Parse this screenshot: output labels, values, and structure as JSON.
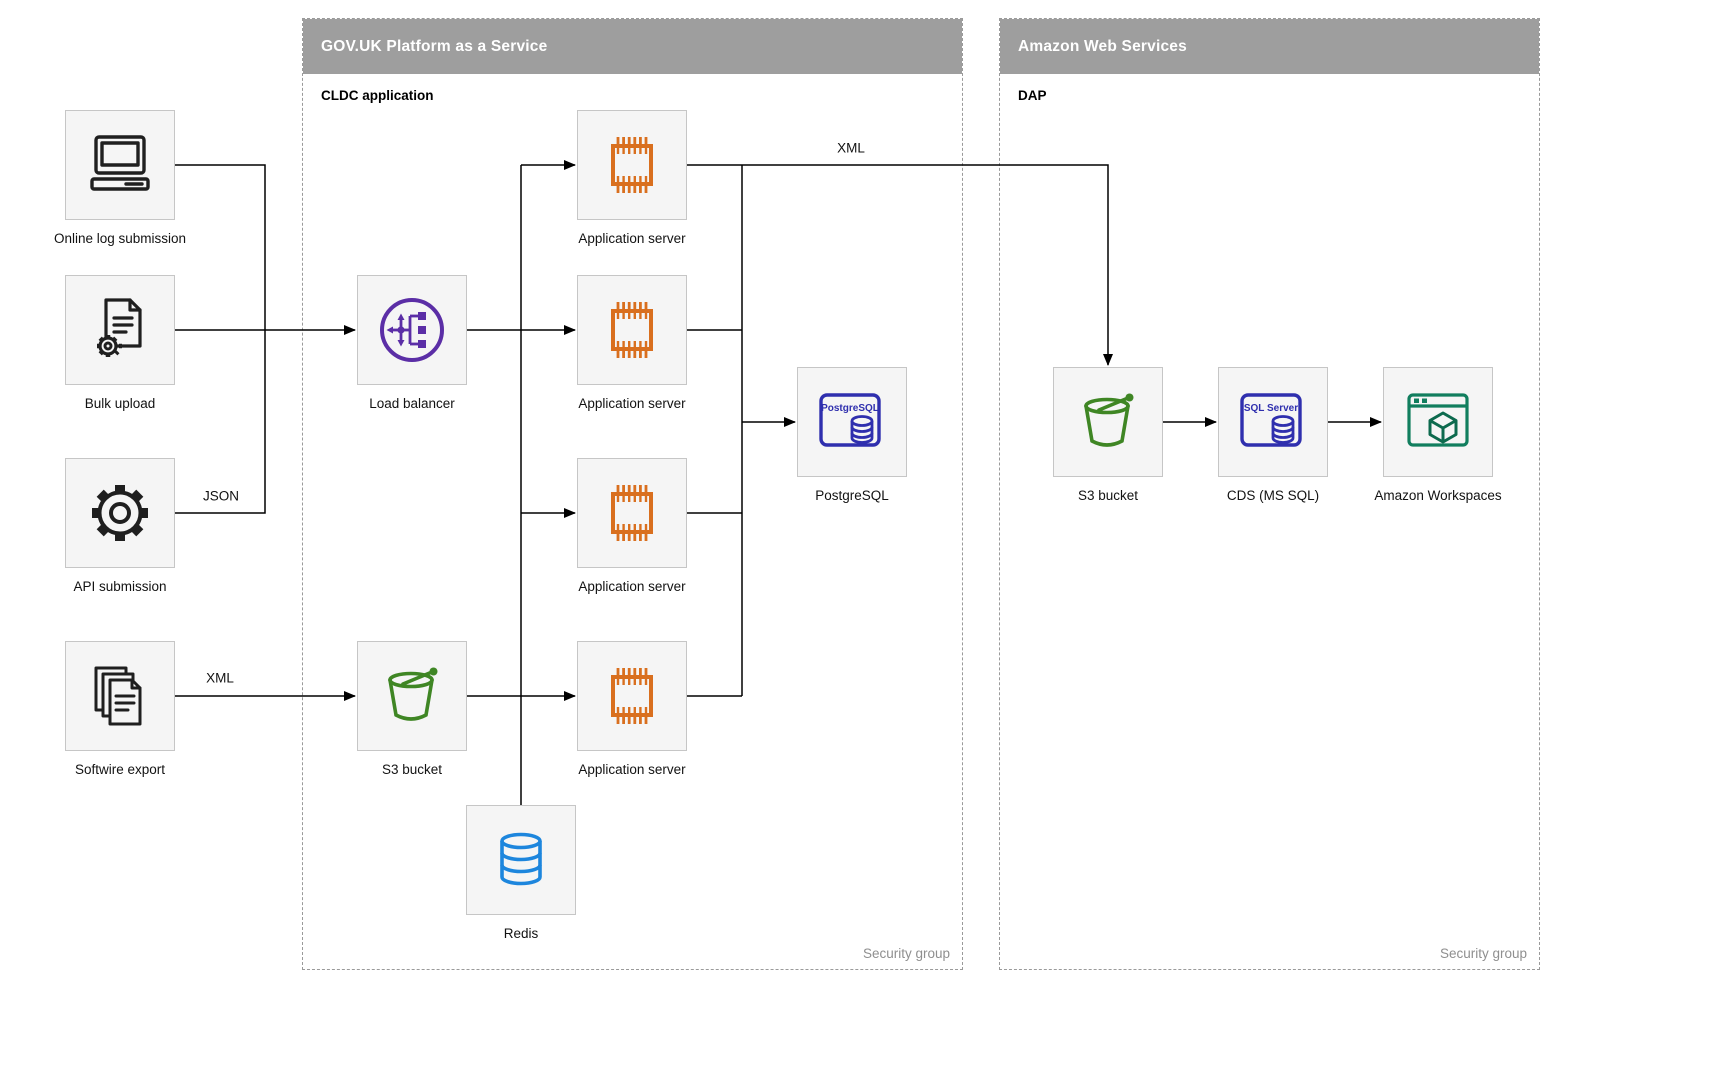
{
  "containers": {
    "govuk": {
      "title": "GOV.UK Platform as a Service",
      "sublabel": "CLDC application",
      "security": "Security group"
    },
    "aws": {
      "title": "Amazon Web Services",
      "sublabel": "DAP",
      "security": "Security group"
    }
  },
  "nodes": {
    "online_log": {
      "label": "Online log submission"
    },
    "bulk_upload": {
      "label": "Bulk upload"
    },
    "api_submission": {
      "label": "API submission"
    },
    "softwire_export": {
      "label": "Softwire export"
    },
    "load_balancer": {
      "label": "Load balancer"
    },
    "app_server_1": {
      "label": "Application server"
    },
    "app_server_2": {
      "label": "Application server"
    },
    "app_server_3": {
      "label": "Application server"
    },
    "app_server_4": {
      "label": "Application server"
    },
    "postgresql": {
      "label": "PostgreSQL",
      "icon_text": "PostgreSQL"
    },
    "s3_govuk": {
      "label": "S3 bucket"
    },
    "redis": {
      "label": "Redis"
    },
    "s3_aws": {
      "label": "S3 bucket"
    },
    "cds": {
      "label": "CDS (MS SQL)",
      "icon_text": "SQL Server"
    },
    "workspaces": {
      "label": "Amazon Workspaces"
    }
  },
  "edge_labels": {
    "api_json": "JSON",
    "softwire_xml": "XML",
    "app_to_aws_xml": "XML"
  },
  "colors": {
    "header_bg": "#9e9e9e",
    "node_bg": "#f5f5f5",
    "node_border": "#c6c6c6",
    "line": "#000000",
    "icon_dark": "#1f1f1f",
    "load_balancer": "#5b2ea6",
    "app_server": "#d96f1e",
    "postgres": "#2f2fae",
    "s3": "#3f8624",
    "redis": "#1d86dd",
    "sqlserver": "#2f2fae",
    "workspaces": "#117e5e"
  }
}
